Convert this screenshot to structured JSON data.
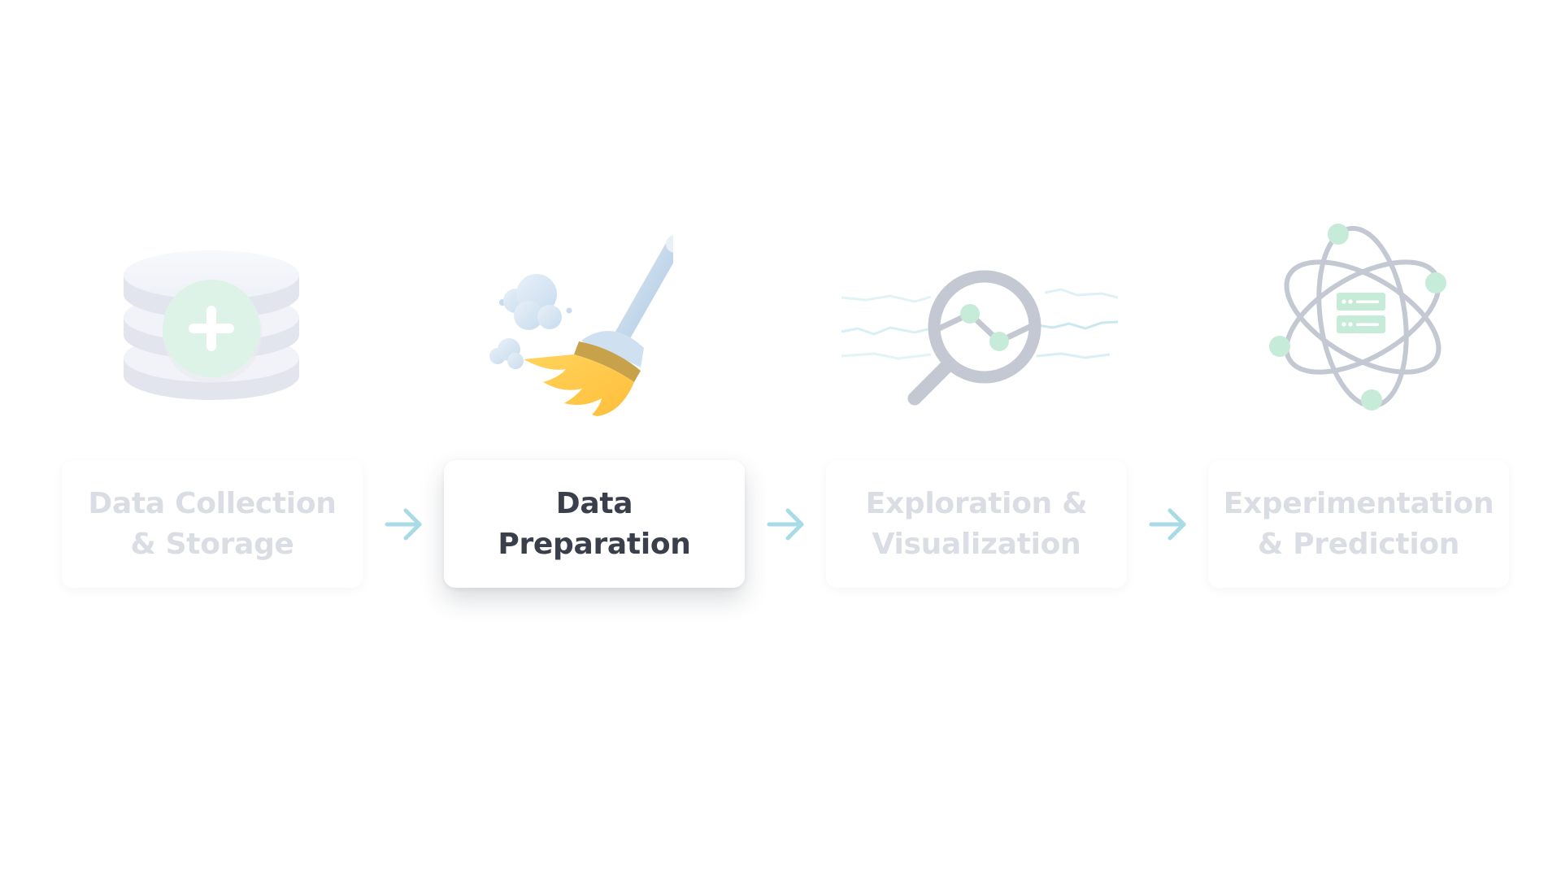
{
  "steps": [
    {
      "label": "Data Collection & Storage",
      "icon": "database-plus-icon",
      "active": false
    },
    {
      "label": "Data Preparation",
      "icon": "broom-icon",
      "active": true
    },
    {
      "label": "Exploration & Visualization",
      "icon": "magnifier-chart-icon",
      "active": false
    },
    {
      "label": "Experimentation & Prediction",
      "icon": "atom-server-icon",
      "active": false
    }
  ],
  "colors": {
    "active_text": "#3a3f4b",
    "inactive_text": "#dadde3",
    "arrow": "#a9dbe6",
    "accent_green": "#c6ecd9",
    "broom_yellow": "#ffc947",
    "icon_gray": "#c3c8d3"
  }
}
